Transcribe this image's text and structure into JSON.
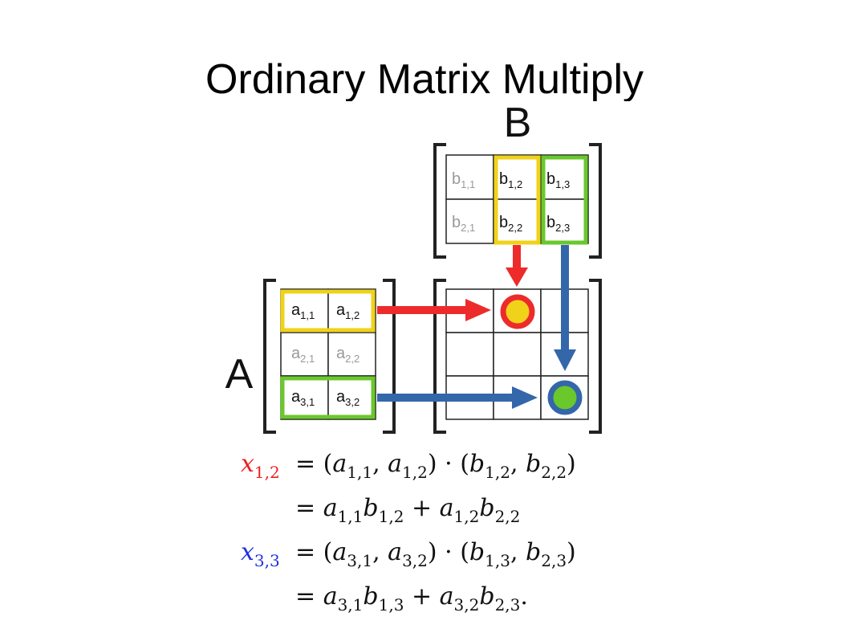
{
  "slide": {
    "title": "Ordinary Matrix Multiply"
  },
  "matrix_a": {
    "label": "A",
    "cells": [
      [
        {
          "base": "a",
          "sub": "1,1"
        },
        {
          "base": "a",
          "sub": "1,2"
        }
      ],
      [
        {
          "base": "a",
          "sub": "2,1"
        },
        {
          "base": "a",
          "sub": "2,2"
        }
      ],
      [
        {
          "base": "a",
          "sub": "3,1"
        },
        {
          "base": "a",
          "sub": "3,2"
        }
      ]
    ],
    "row_highlights": [
      {
        "row": 0,
        "color": "#f0d21a"
      },
      {
        "row": 2,
        "color": "#6ac82c"
      }
    ],
    "muted_row": 1
  },
  "matrix_b": {
    "label": "B",
    "cells": [
      [
        {
          "base": "b",
          "sub": "1,1"
        },
        {
          "base": "b",
          "sub": "1,2"
        },
        {
          "base": "b",
          "sub": "1,3"
        }
      ],
      [
        {
          "base": "b",
          "sub": "2,1"
        },
        {
          "base": "b",
          "sub": "2,2"
        },
        {
          "base": "b",
          "sub": "2,3"
        }
      ]
    ],
    "col_highlights": [
      {
        "col": 1,
        "color": "#f0d21a"
      },
      {
        "col": 2,
        "color": "#6ac82c"
      }
    ],
    "muted_col": 0
  },
  "result": {
    "rows": 3,
    "cols": 3,
    "markers": [
      {
        "row": 0,
        "col": 1,
        "ring": "#ee2b2b",
        "fill": "#f0d21a"
      },
      {
        "row": 2,
        "col": 2,
        "ring": "#3466aa",
        "fill": "#6ac82c"
      }
    ]
  },
  "colors": {
    "red_arrow": "#ee2b2b",
    "blue_arrow": "#3466aa",
    "muted_text": "#999999",
    "x12_label": "#ee2020",
    "x33_label": "#2030e0"
  },
  "equations": [
    {
      "lhs": {
        "base": "x",
        "sub": "1,2",
        "color": "#ee2020"
      },
      "rhs": "(a1,1, a1,2) · (b1,2, b2,2)"
    },
    {
      "lhs": null,
      "rhs": "a1,1b1,2 + a1,2b2,2"
    },
    {
      "lhs": {
        "base": "x",
        "sub": "3,3",
        "color": "#2030e0"
      },
      "rhs": "(a3,1, a3,2) · (b1,3, b2,3)"
    },
    {
      "lhs": null,
      "rhs": "a3,1b1,3 + a3,2b2,3."
    }
  ]
}
